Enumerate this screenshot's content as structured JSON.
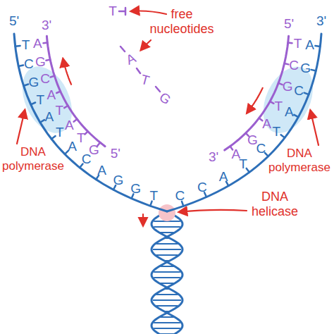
{
  "diagram": {
    "labels": [
      "5'",
      "3'",
      "T",
      "free nucleotides",
      "5'",
      "3'",
      "T",
      "C",
      "G",
      "T",
      "A",
      "T",
      "A",
      "C",
      "A",
      "G",
      "G",
      "T",
      "A",
      "G",
      "C",
      "A",
      "T",
      "A",
      "T",
      "G",
      "5'",
      "A",
      "T",
      "G",
      "A",
      "G",
      "C",
      "A",
      "T",
      "C",
      "T",
      "A",
      "C",
      "C",
      "T",
      "C",
      "G",
      "T",
      "A",
      "G",
      "A",
      "3'",
      "DNA polymerase",
      "DNA polymerase",
      "DNA helicase"
    ]
  }
}
